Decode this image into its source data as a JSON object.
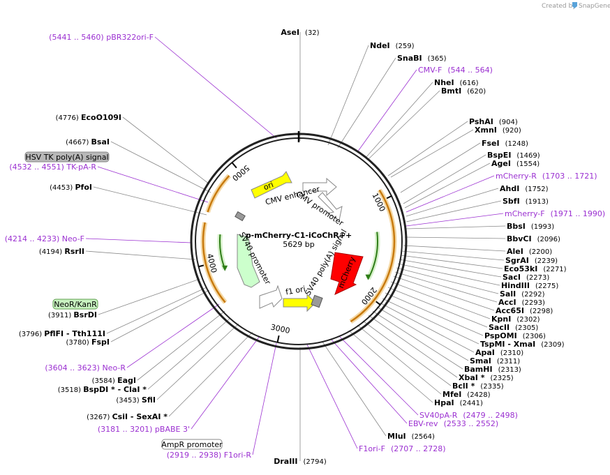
{
  "credit": {
    "prefix": "Created by",
    "brand": "SnapGene"
  },
  "plasmid": {
    "name": "p-mCherry-C1-iCoChR++",
    "size": "5629 bp"
  },
  "ticks": [
    "1000",
    "2000",
    "3000",
    "4000",
    "5000"
  ],
  "features": {
    "ori": "ori",
    "cmv_enhancer": "CMV enhancer",
    "cmv_promoter": "CMV promoter",
    "mcherry": "mCherry",
    "sv40_polya": "SV40 poly(A) signal",
    "f1_ori": "f1 ori",
    "sv40_promoter": "SV40 promoter"
  },
  "boxed": {
    "hsv": "HSV TK poly(A) signal",
    "neokan": "NeoR/KanR",
    "ampr": "AmpR promoter"
  },
  "right_labels": [
    {
      "name": "AseI",
      "pos": "(32)"
    },
    {
      "name": "NdeI",
      "pos": "(259)"
    },
    {
      "name": "SnaBI",
      "pos": "(365)"
    },
    {
      "name": "CMV-F",
      "pos": "(544 .. 564)"
    },
    {
      "name": "NheI",
      "pos": "(616)"
    },
    {
      "name": "BmtI",
      "pos": "(620)"
    },
    {
      "name": "PshAI",
      "pos": "(904)"
    },
    {
      "name": "XmnI",
      "pos": "(920)"
    },
    {
      "name": "FseI",
      "pos": "(1248)"
    },
    {
      "name": "BspEI",
      "pos": "(1469)"
    },
    {
      "name": "AgeI",
      "pos": "(1554)"
    },
    {
      "name": "mCherry-R",
      "pos": "(1703 .. 1721)"
    },
    {
      "name": "AhdI",
      "pos": "(1752)"
    },
    {
      "name": "SbfI",
      "pos": "(1913)"
    },
    {
      "name": "mCherry-F",
      "pos": "(1971 .. 1990)"
    },
    {
      "name": "BbsI",
      "pos": "(1993)"
    },
    {
      "name": "BbvCI",
      "pos": "(2096)"
    },
    {
      "name": "AleI",
      "pos": "(2200)"
    },
    {
      "name": "SgrAI",
      "pos": "(2239)"
    },
    {
      "name": "Eco53kI",
      "pos": "(2271)"
    },
    {
      "name": "SacI",
      "pos": "(2273)"
    },
    {
      "name": "HindIII",
      "pos": "(2275)"
    },
    {
      "name": "SalI",
      "pos": "(2292)"
    },
    {
      "name": "AccI",
      "pos": "(2293)"
    },
    {
      "name": "Acc65I",
      "pos": "(2298)"
    },
    {
      "name": "KpnI",
      "pos": "(2302)"
    },
    {
      "name": "SacII",
      "pos": "(2305)"
    },
    {
      "name": "PspOMI",
      "pos": "(2306)"
    },
    {
      "name": "TspMI",
      "sep": " - ",
      "name2": "XmaI",
      "pos": "(2309)"
    },
    {
      "name": "ApaI",
      "pos": "(2310)"
    },
    {
      "name": "SmaI",
      "pos": "(2311)"
    },
    {
      "name": "BamHI",
      "pos": "(2313)"
    },
    {
      "name": "XbaI",
      "star": " *",
      "pos": "(2325)"
    },
    {
      "name": "BclI",
      "star": " *",
      "pos": "(2335)"
    },
    {
      "name": "MfeI",
      "pos": "(2428)"
    },
    {
      "name": "HpaI",
      "pos": "(2441)"
    },
    {
      "name": "SV40pA-R",
      "pos": "(2479 .. 2498)"
    },
    {
      "name": "EBV-rev",
      "pos": "(2533 .. 2552)"
    },
    {
      "name": "MluI",
      "pos": "(2564)"
    },
    {
      "name": "F1ori-F",
      "pos": "(2707 .. 2728)"
    },
    {
      "name": "DraIII",
      "pos": "(2794)"
    }
  ],
  "left_labels": [
    {
      "name": "pBR322ori-F",
      "pos": "(5441 .. 5460)"
    },
    {
      "name": "EcoO109I",
      "pos": "(4776)"
    },
    {
      "name": "BsaI",
      "pos": "(4667)"
    },
    {
      "name": "TK-pA-R",
      "pos": "(4532 .. 4551)"
    },
    {
      "name": "PfoI",
      "pos": "(4453)"
    },
    {
      "name": "Neo-F",
      "pos": "(4214 .. 4233)"
    },
    {
      "name": "RsrII",
      "pos": "(4194)"
    },
    {
      "name": "BsrDI",
      "pos": "(3911)"
    },
    {
      "name": "PflFI",
      "sep": "  - ",
      "name2": "Tth111I",
      "pos": "(3796)"
    },
    {
      "name": "FspI",
      "pos": "(3780)"
    },
    {
      "name": "Neo-R",
      "pos": "(3604 .. 3623)"
    },
    {
      "name": "EagI",
      "pos": "(3584)"
    },
    {
      "name": "BspDI",
      "star": " *",
      "sep": "  - ",
      "name2": "ClaI",
      "star2": " *",
      "pos": "(3518)"
    },
    {
      "name": "SfiI",
      "pos": "(3453)"
    },
    {
      "name": "CsiI",
      "sep": "  - ",
      "name2": "SexAI",
      "star2": " *",
      "pos": "(3267)"
    },
    {
      "name": "pBABE 3'",
      "pos": "(3181 .. 3201)"
    },
    {
      "name": "F1ori-R",
      "pos": "(2919 .. 2938)"
    }
  ]
}
